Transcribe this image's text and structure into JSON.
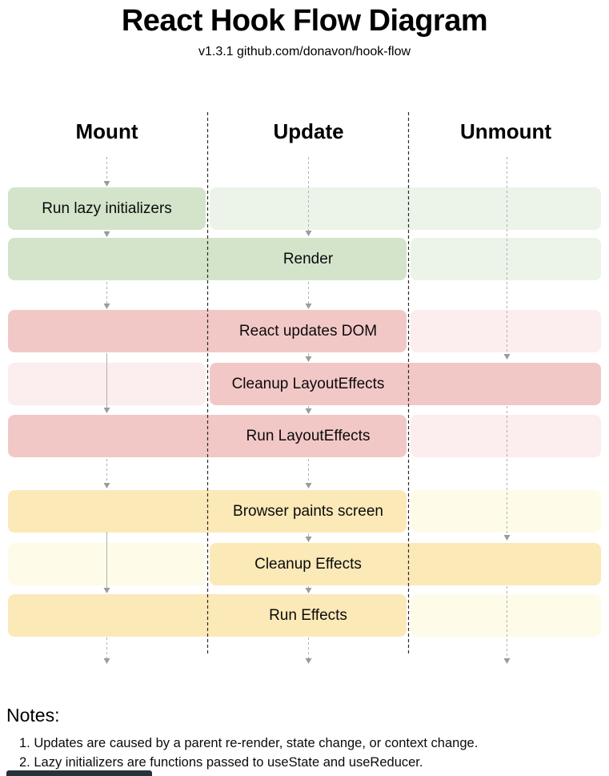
{
  "title": "React Hook Flow Diagram",
  "subtitle": "v1.3.1 github.com/donavon/hook-flow",
  "columns": [
    {
      "label": "Mount"
    },
    {
      "label": "Update"
    },
    {
      "label": "Unmount"
    }
  ],
  "rows": [
    {
      "label": "Run lazy initializers",
      "group": "render-phase",
      "emphasized_columns": [
        "Mount"
      ],
      "color_strong": "#d3e4cb",
      "color_faded": "#ecf3e8"
    },
    {
      "label": "Render",
      "group": "render-phase",
      "emphasized_columns": [
        "Mount",
        "Update"
      ],
      "color_strong": "#d3e4cb",
      "color_faded": "#ecf3e8"
    },
    {
      "label": "React updates DOM",
      "group": "commit-phase",
      "emphasized_columns": [
        "Mount",
        "Update"
      ],
      "color_strong": "#f2c8c7",
      "color_faded": "#fcedee"
    },
    {
      "label": "Cleanup LayoutEffects",
      "group": "commit-phase",
      "emphasized_columns": [
        "Update",
        "Unmount"
      ],
      "color_strong": "#f2c8c7",
      "color_faded": "#fcedee"
    },
    {
      "label": "Run LayoutEffects",
      "group": "commit-phase",
      "emphasized_columns": [
        "Mount",
        "Update"
      ],
      "color_strong": "#f2c8c7",
      "color_faded": "#fcedee"
    },
    {
      "label": "Browser paints screen",
      "group": "effects-phase",
      "emphasized_columns": [
        "Mount",
        "Update"
      ],
      "color_strong": "#fce9b8",
      "color_faded": "#fefbe9"
    },
    {
      "label": "Cleanup Effects",
      "group": "effects-phase",
      "emphasized_columns": [
        "Update",
        "Unmount"
      ],
      "color_strong": "#fce9b8",
      "color_faded": "#fefbe9"
    },
    {
      "label": "Run Effects",
      "group": "effects-phase",
      "emphasized_columns": [
        "Mount",
        "Update"
      ],
      "color_strong": "#fce9b8",
      "color_faded": "#fefbe9"
    }
  ],
  "notes": {
    "heading": "Notes:",
    "items": [
      "1. Updates are caused by a parent re-render, state change, or context change.",
      "2. Lazy initializers are functions passed to useState and useReducer."
    ]
  },
  "colors": {
    "green_strong": "#d3e4cb",
    "green_faded": "#ecf3e8",
    "red_strong": "#f2c8c7",
    "red_faded": "#fcedee",
    "yellow_strong": "#fce9b8",
    "yellow_faded": "#fefbe9",
    "separator_line": "#2b2b2b",
    "arrow_line": "#b1b1b1",
    "arrow_head": "#9b9b9b",
    "bottom_bar": "#263238"
  }
}
